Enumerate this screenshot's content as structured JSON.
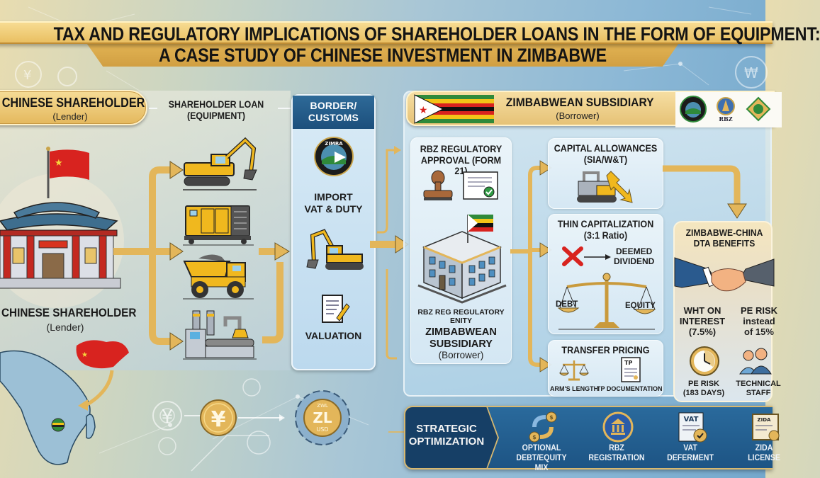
{
  "title": {
    "line1": "TAX AND REGULATORY IMPLICATIONS OF SHAREHOLDER LOANS IN THE FORM OF EQUIPMENT:",
    "line2": "A CASE STUDY OF CHINESE INVESTMENT IN ZIMBABWE"
  },
  "lender": {
    "header_title": "CHINESE SHAREHOLDER",
    "header_subtitle": "(Lender)",
    "caption_title": "CHINESE SHAREHOLDER",
    "caption_subtitle": "(Lender)"
  },
  "loan": {
    "label_line1": "SHAREHOLDER LOAN",
    "label_line2": "(EQUIPMENT)",
    "equipment": [
      {
        "icon": "excavator-icon",
        "name": "Excavator"
      },
      {
        "icon": "generator-icon",
        "name": "Generator"
      },
      {
        "icon": "dump-truck-icon",
        "name": "Mining Dump Truck"
      },
      {
        "icon": "processing-plant-icon",
        "name": "Processing Plant"
      }
    ]
  },
  "customs": {
    "header_line1": "BORDER/",
    "header_line2": "CUSTOMS",
    "logo": "ZIMRA",
    "item1_line1": "IMPORT",
    "item1_line2": "VAT & DUTY",
    "item2": "VALUATION"
  },
  "subsidiary": {
    "header_title": "ZIMBABWEAN SUBSIDIARY",
    "header_subtitle": "(Borrower)",
    "logos": [
      "ZIMRA",
      "RBZ",
      "ZIDA"
    ],
    "rbz_approval_line1": "RBZ REGULATORY",
    "rbz_approval_line2": "APPROVAL (FORM 21)",
    "entity_line1": "RBZ REG REGULATORY",
    "entity_line2": "ENITY",
    "entity_title_line1": "ZIMBABWEAN",
    "entity_title_line2": "SUBSIDIARY",
    "entity_subtitle": "(Borrower)"
  },
  "tax_cards": {
    "capital_allowances": {
      "title": "CAPITAL ALLOWANCES",
      "subtitle": "(SIA/W&T)"
    },
    "thin_cap": {
      "title": "THIN CAPITALIZATION",
      "subtitle": "(3:1 Ratio)",
      "deemed_line1": "DEEMED",
      "deemed_line2": "DIVIDEND",
      "debt": "DEBT",
      "equity": "EQUITY"
    },
    "transfer_pricing": {
      "title": "TRANSFER PRICING",
      "left": "ARM'S LENGTH",
      "right": "TP DOCUMENTATION",
      "doc_tag": "TP"
    }
  },
  "dta": {
    "title_line1": "ZIMBABWE-CHINA",
    "title_line2": "DTA BENEFITS",
    "wht_line1": "WHT ON",
    "wht_line2": "INTEREST",
    "wht_line3": "(7.5%)",
    "pe_line1": "PE RISK",
    "pe_line2": "instead",
    "pe_line3": "of 15%",
    "pe_risk_line1": "PE RISK",
    "pe_risk_line2": "(183 DAYS)",
    "tech_line1": "TECHNICAL",
    "tech_line2": "STAFF"
  },
  "currency": {
    "yuan_symbol": "¥",
    "zwl_top": "ZWL",
    "zwl_mid": "ZL",
    "zwl_bottom": "USD"
  },
  "strategy": {
    "head_line1": "STRATEGIC",
    "head_line2": "OPTIMIZATION",
    "items": [
      {
        "line1": "OPTIONAL",
        "line2": "DEBT/EQUITY MIX",
        "icon": "debt-equity-swap-icon"
      },
      {
        "line1": "RBZ",
        "line2": "REGISTRATION",
        "icon": "rbz-bank-icon"
      },
      {
        "line1": "VAT",
        "line2": "DEFERMENT",
        "icon": "vat-document-icon"
      },
      {
        "line1": "ZIDA",
        "line2": "LICENSE",
        "icon": "zida-certificate-icon"
      }
    ],
    "vat_tag": "VAT",
    "zida_tag": "ZIDA"
  },
  "colors": {
    "gold": "#e4b85d",
    "navy": "#1d5484",
    "arrow": "#e3b65a",
    "china_red": "#d8231f",
    "zim_green": "#2f8a3a",
    "zim_yellow": "#f2c417"
  }
}
